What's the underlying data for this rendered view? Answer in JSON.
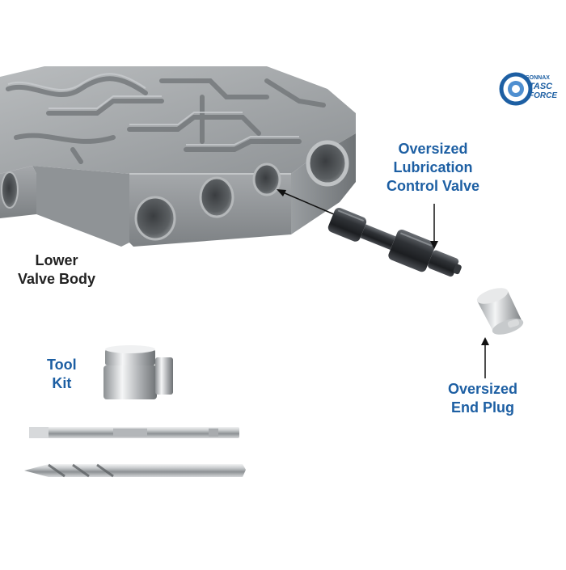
{
  "labels": {
    "lube_valve": [
      "Oversized",
      "Lubrication",
      "Control Valve"
    ],
    "lower_body": [
      "Lower",
      "Valve Body"
    ],
    "tool_kit": [
      "Tool",
      "Kit"
    ],
    "end_plug": [
      "Oversized",
      "End Plug"
    ]
  },
  "logo": {
    "top": "SONNAX",
    "line1": "TASC",
    "line2": "FORCE"
  },
  "icons": [
    "sonnax-tasc-force-logo",
    "valve-body-casting",
    "control-valve",
    "end-plug",
    "tool-bushing",
    "reamer",
    "drill-bit",
    "arrow-up-icon",
    "arrow-left-icon"
  ],
  "colors": {
    "label_blue": "#1d5fa3",
    "label_dark": "#222222",
    "casting": "#9fa3a6",
    "metal_dark": "#2a2d31"
  }
}
